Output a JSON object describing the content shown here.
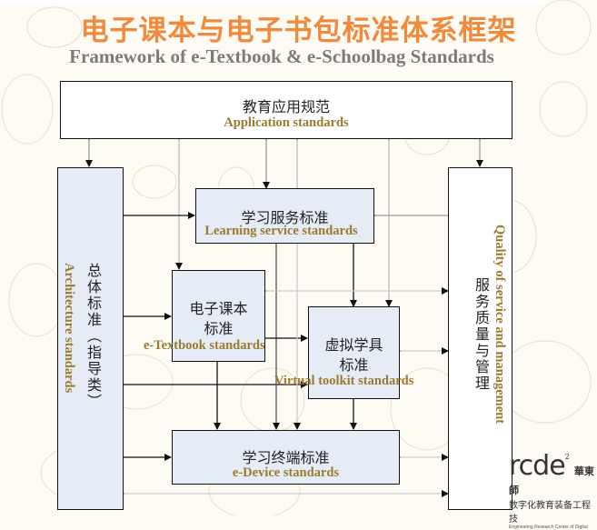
{
  "title": {
    "chinese": "电子课本与电子书包标准体系框架",
    "english": "Framework of e-Textbook & e-Schoolbag Standards"
  },
  "colors": {
    "title_orange": "#f08a3c",
    "subtitle_gray": "#7b7b7b",
    "english_label_gold": "#9b7a2e",
    "box_fill": "#e6ecf6",
    "background": "#fdfbf4"
  },
  "boxes": {
    "application": {
      "cn": "教育应用规范",
      "en": "Application standards"
    },
    "architecture": {
      "cn": "总体标准（指导类）",
      "en": "Architecture standards"
    },
    "learning_service": {
      "cn": "学习服务标准",
      "en": "Learning service standards"
    },
    "etextbook": {
      "cn_line1": "电子课本",
      "cn_line2": "标准",
      "en": "e-Textbook standards"
    },
    "virtual_toolkit": {
      "cn_line1": "虚拟学具",
      "cn_line2": "标准",
      "en": "Virtual toolkit standards"
    },
    "edevice": {
      "cn": "学习终端标准",
      "en": "e-Device standards"
    },
    "quality": {
      "cn": "服务质量与管理",
      "en": "Quality of service and management"
    }
  },
  "logo": {
    "mark": "rcde",
    "superscript": "2",
    "brand": "華東師",
    "cn": "数字化教育装备工程技",
    "en": "Engineering Research Center of Digital"
  }
}
